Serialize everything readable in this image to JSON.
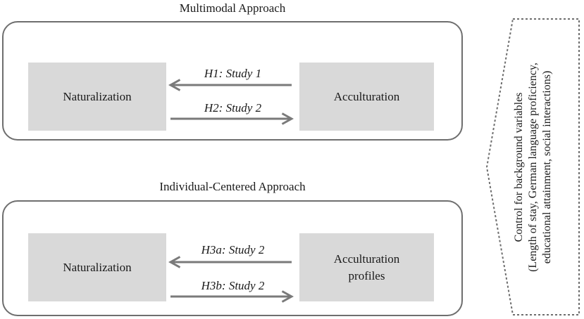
{
  "multimodal": {
    "title": "Multimodal Approach",
    "left_node": "Naturalization",
    "right_node": "Acculturation",
    "arrow_top_label": "H1: Study 1",
    "arrow_bottom_label": "H2: Study 2"
  },
  "individual": {
    "title": "Individual-Centered Approach",
    "left_node": "Naturalization",
    "right_node_line1": "Acculturation",
    "right_node_line2": "profiles",
    "arrow_top_label": "H3a: Study 2",
    "arrow_bottom_label": "H3b: Study 2"
  },
  "control": {
    "line1": "Control for background variables",
    "line2": "(Length of stay, German language proficiency,",
    "line3": "educational attainment,  social interactions)"
  },
  "colors": {
    "box_fill": "#d9d9d9",
    "border": "#6e6e6e",
    "arrow": "#7a7a7a"
  }
}
